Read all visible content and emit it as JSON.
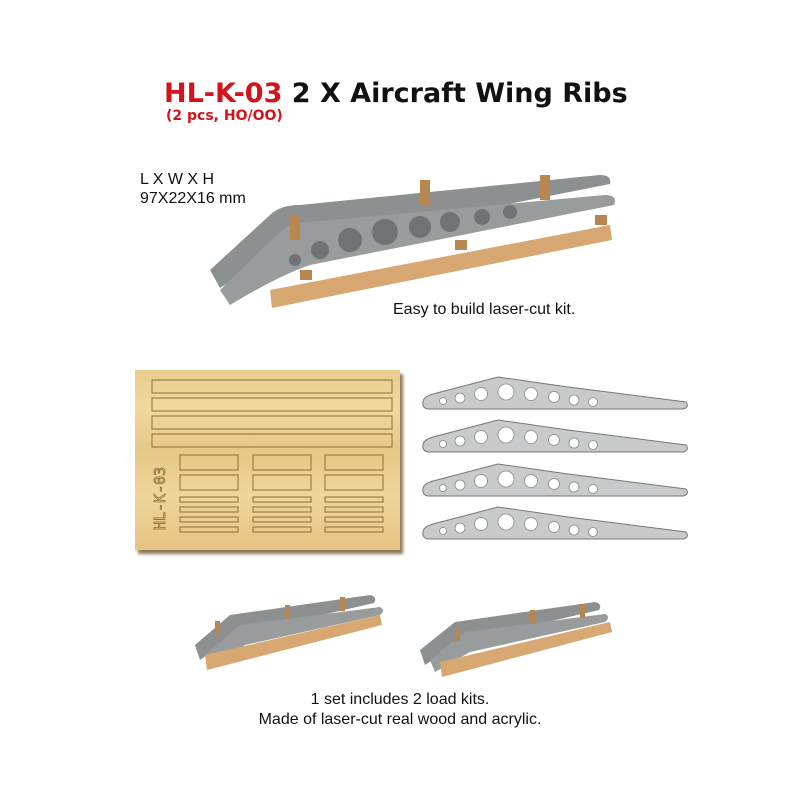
{
  "title": {
    "code": "HL-K-03",
    "name": "2 X Aircraft Wing Ribs",
    "subtitle": "(2 pcs, HO/OO)"
  },
  "dimensions": {
    "label": "L X W X H",
    "value": "97X22X16 mm"
  },
  "captions": {
    "easy_build": "Easy to build laser-cut kit.",
    "set_includes": "1 set includes 2 load kits.",
    "material": "Made of laser-cut real wood and acrylic."
  },
  "sheet": {
    "engraving": "HL-K-03"
  },
  "colors": {
    "accent_red": "#d3141c",
    "wood": "#e8cc8a",
    "acrylic_gray": "#8e9192"
  }
}
